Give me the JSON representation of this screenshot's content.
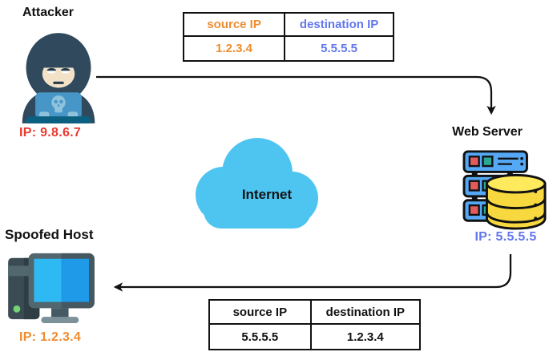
{
  "colors": {
    "accent_orange": "#EE8C2F",
    "accent_blue": "#6277EE",
    "accent_red": "#EA3A30",
    "arrow_black": "#111111",
    "cloud_blue": "#4EC5F0",
    "server_rack_blue": "#55A8F5",
    "database_yellow": "#F7D83E",
    "hacker_hood": "#30495C",
    "hacker_laptop": "#4796C8"
  },
  "nodes": {
    "attacker": {
      "label": "Attacker",
      "ip_label": "IP: 9.8.6.7",
      "icon": "hacker-icon"
    },
    "internet": {
      "label": "Internet",
      "icon": "cloud-icon"
    },
    "web_server": {
      "label": "Web Server",
      "ip_label": "IP: 5.5.5.5",
      "icon": "server-database-icon"
    },
    "spoofed_host": {
      "label": "Spoofed Host",
      "ip_label": "IP: 1.2.3.4",
      "icon": "desktop-computer-icon"
    }
  },
  "request_packet_table": {
    "headers": [
      "source IP",
      "destination IP"
    ],
    "values": [
      "1.2.3.4",
      "5.5.5.5"
    ],
    "header_colors": [
      "#EE8C2F",
      "#6277EE"
    ],
    "value_colors": [
      "#EE8C2F",
      "#6277EE"
    ]
  },
  "response_packet_table": {
    "headers": [
      "source IP",
      "destination IP"
    ],
    "values": [
      "5.5.5.5",
      "1.2.3.4"
    ],
    "header_colors": [
      "#111111",
      "#111111"
    ],
    "value_colors": [
      "#111111",
      "#111111"
    ]
  }
}
